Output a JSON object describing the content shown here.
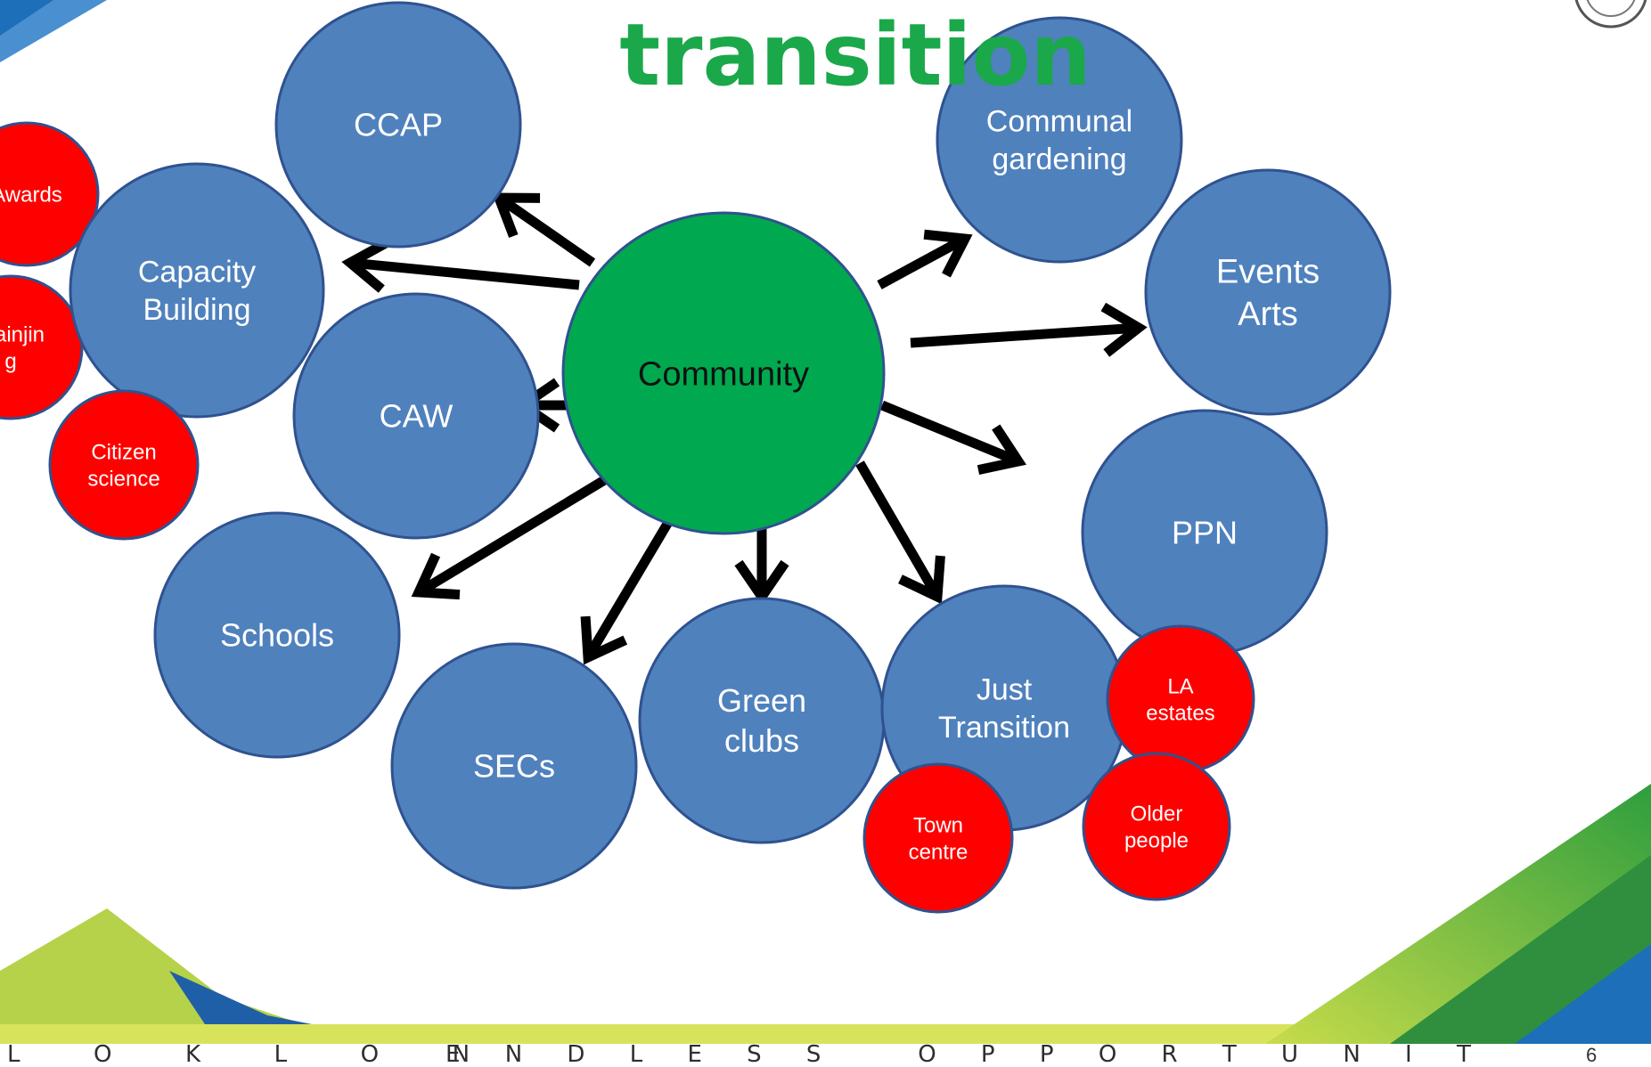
{
  "slide": {
    "title": "transition",
    "page_number": "6",
    "footer_left": "L  O  K  L  O  N",
    "footer_right": "E N D L E S S   O P P O R T U N I T",
    "seal_name": "council-seal-logo"
  },
  "colors": {
    "title": "#1aa84a",
    "hub_fill": "#00a94f",
    "node_fill": "#4f81bd",
    "node_stroke": "#2f528f",
    "sub_fill": "#ff0000",
    "arrow": "#000000"
  },
  "diagram": {
    "hub": {
      "label": "Community"
    },
    "nodes": [
      {
        "id": "ccap",
        "lines": [
          "CCAP"
        ]
      },
      {
        "id": "communal-gardening",
        "lines": [
          "Communal",
          "gardening"
        ]
      },
      {
        "id": "capacity-building",
        "lines": [
          "Capacity",
          "Building"
        ]
      },
      {
        "id": "events-arts",
        "lines": [
          "Events",
          "Arts"
        ]
      },
      {
        "id": "caw",
        "lines": [
          "CAW"
        ]
      },
      {
        "id": "ppn",
        "lines": [
          "PPN"
        ]
      },
      {
        "id": "schools",
        "lines": [
          "Schools"
        ]
      },
      {
        "id": "secs",
        "lines": [
          "SECs"
        ]
      },
      {
        "id": "green-clubs",
        "lines": [
          "Green",
          "clubs"
        ]
      },
      {
        "id": "just-transition",
        "lines": [
          "Just",
          "Transition"
        ]
      }
    ],
    "sub_nodes": [
      {
        "id": "awards",
        "lines": [
          "Awards"
        ]
      },
      {
        "id": "mainjin",
        "lines": [
          "Mainjin",
          "g"
        ]
      },
      {
        "id": "citizen-science",
        "lines": [
          "Citizen",
          "science"
        ]
      },
      {
        "id": "la-estates",
        "lines": [
          "LA",
          "estates"
        ]
      },
      {
        "id": "town-centre",
        "lines": [
          "Town",
          "centre"
        ]
      },
      {
        "id": "older-people",
        "lines": [
          "Older",
          "people"
        ]
      }
    ]
  }
}
